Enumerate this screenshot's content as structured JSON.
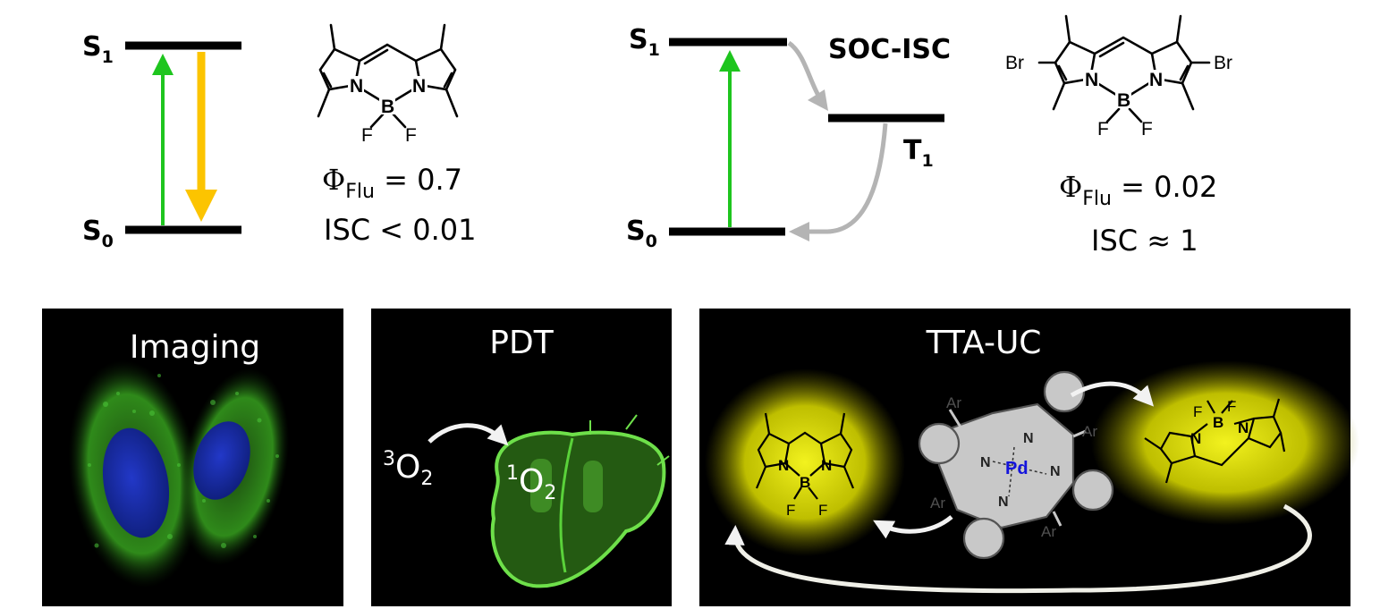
{
  "energy_diagram_left": {
    "s1": "S",
    "s1_sub": "1",
    "s0": "S",
    "s0_sub": "0",
    "colors": {
      "absorption": "#1ec51e",
      "emission": "#fcc400"
    }
  },
  "molecule_left": {
    "atoms": {
      "n1": "N",
      "n2": "N",
      "b": "B",
      "f1": "F",
      "f2": "F"
    },
    "phi_symbol": "Φ",
    "phi_sub": "Flu",
    "phi_value": " = 0.7",
    "isc_text": "ISC < 0.01"
  },
  "energy_diagram_right": {
    "s1": "S",
    "s1_sub": "1",
    "s0": "S",
    "s0_sub": "0",
    "t1": "T",
    "t1_sub": "1",
    "process_label": "SOC-ISC",
    "colors": {
      "absorption": "#1ec51e",
      "isc_arrow": "#b4b4b4"
    }
  },
  "molecule_right": {
    "atoms": {
      "br1": "Br",
      "br2": "Br",
      "n1": "N",
      "n2": "N",
      "b": "B",
      "f1": "F",
      "f2": "F"
    },
    "phi_symbol": "Φ",
    "phi_sub": "Flu",
    "phi_value": " = 0.02",
    "isc_text": "ISC ≈ 1"
  },
  "panels": {
    "imaging": {
      "title": "Imaging"
    },
    "pdt": {
      "title": "PDT",
      "reactant_sup": "3",
      "reactant": "O",
      "reactant_sub": "2",
      "product_sup": "1",
      "product": "O",
      "product_sub": "2"
    },
    "ttauc": {
      "title": "TTA-UC",
      "metal": "Pd",
      "ar_labels": [
        "Ar",
        "Ar",
        "Ar",
        "Ar"
      ],
      "porphyrin_n": [
        "N",
        "N",
        "N",
        "N"
      ],
      "bodipy_atoms": {
        "n1": "N",
        "n2": "N",
        "b": "B",
        "f1": "F",
        "f2": "F"
      },
      "colors": {
        "glow": "#e6e600",
        "metal": "#1414dc"
      }
    }
  }
}
